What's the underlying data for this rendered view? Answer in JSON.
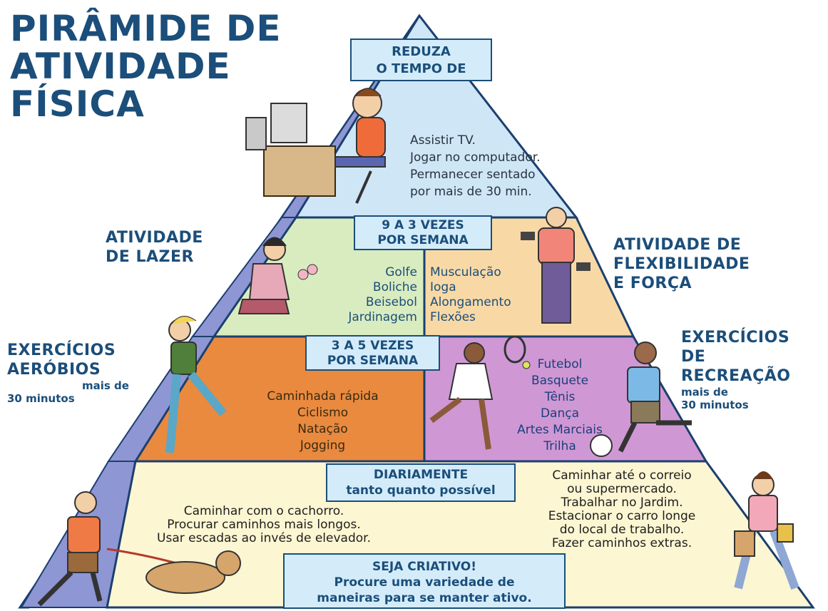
{
  "title": {
    "line1": "PIRÂMIDE DE",
    "line2": "ATIVIDADE",
    "line3": "FÍSICA"
  },
  "top": {
    "box": {
      "line1": "REDUZA",
      "line2": "O TEMPO DE"
    },
    "items": [
      "Assistir TV.",
      "Jogar no computador.",
      "Permanecer sentado",
      "por mais de 30 min."
    ]
  },
  "second": {
    "box": {
      "line1": "9 A 3 VEZES",
      "line2": "POR SEMANA"
    },
    "left_label": {
      "line1": "ATIVIDADE",
      "line2": "DE LAZER"
    },
    "left_items": [
      "Golfe",
      "Boliche",
      "Beisebol",
      "Jardinagem"
    ],
    "right_label": {
      "line1": "ATIVIDADE DE",
      "line2": "FLEXIBILIDADE",
      "line3": "E FORÇA"
    },
    "right_items": [
      "Musculação",
      "Ioga",
      "Alongamento",
      "Flexões"
    ]
  },
  "third": {
    "box": {
      "line1": "3 A 5 VEZES",
      "line2": "POR SEMANA"
    },
    "left_label": {
      "line1": "EXERCÍCIOS",
      "line2": "AERÓBIOS",
      "sub1": "mais de",
      "sub2": "30 minutos"
    },
    "left_items": [
      "Caminhada rápida",
      "Ciclismo",
      "Natação",
      "Jogging"
    ],
    "right_label": {
      "line1": "EXERCÍCIOS",
      "line2": "DE",
      "line3": "RECREAÇÃO",
      "sub1": "mais de",
      "sub2": "30 minutos"
    },
    "right_items": [
      "Futebol",
      "Basquete",
      "Tênis",
      "Dança",
      "Artes Marciais",
      "Trilha"
    ]
  },
  "base": {
    "box": {
      "line1": "DIARIAMENTE",
      "line2": "tanto quanto possível"
    },
    "left_items": [
      "Caminhar com o cachorro.",
      "Procurar caminhos mais longos.",
      "Usar escadas ao invés de elevador."
    ],
    "right_items": [
      "Caminhar até o correio",
      "ou supermercado.",
      "Trabalhar no Jardim.",
      "Estacionar o carro longe",
      "do local de trabalho.",
      "Fazer caminhos extras."
    ],
    "creative": {
      "line1": "SEJA CRIATIVO!",
      "line2": "Procure uma variedade de",
      "line3": "maneiras para se manter ativo."
    }
  },
  "colors": {
    "title": "#1b4e7a",
    "outline": "#1b3f6e",
    "top_tier": "#cfe6f7",
    "leisure_tier": "#d9ecc0",
    "strength_tier": "#f8d9a6",
    "aerobic_tier": "#e98a3f",
    "recreation_tier": "#cf98d4",
    "base_tier": "#fcf6d2",
    "left_side": "#8f96d4",
    "label_box": "#d4ecfa"
  },
  "illustrations": [
    "computer-user",
    "gardener",
    "weightlifter",
    "runner",
    "tennis-player",
    "soccer-player",
    "dog-walker",
    "shopper"
  ]
}
